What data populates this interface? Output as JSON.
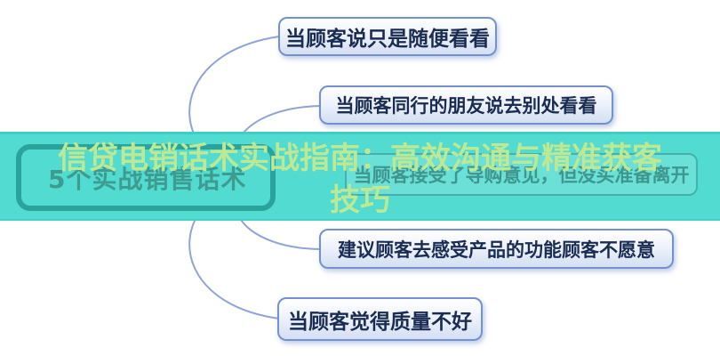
{
  "banner": {
    "title": "信贷电销话术实战指南：高效沟通与精准获客技巧",
    "band_color": "#52dbd1",
    "title_color": "#bce996"
  },
  "mindmap": {
    "root": {
      "label": "5个实战销售话术"
    },
    "branches": [
      {
        "label": "当顾客说只是随便看看"
      },
      {
        "label": "当顾客同行的朋友说去别处看看"
      },
      {
        "label": "当顾客接受了导购意见，但没买准备离开"
      },
      {
        "label": "建议顾客去感受产品的功能顾客不愿意"
      },
      {
        "label": "当顾客觉得质量不好"
      }
    ],
    "colors": {
      "node_border": "#7392cd",
      "node_text": "#1b2c52",
      "connector": "#8fa3d6",
      "root_border_tinted": "#2aa39c",
      "root_text_tinted": "#3e9b90"
    }
  }
}
